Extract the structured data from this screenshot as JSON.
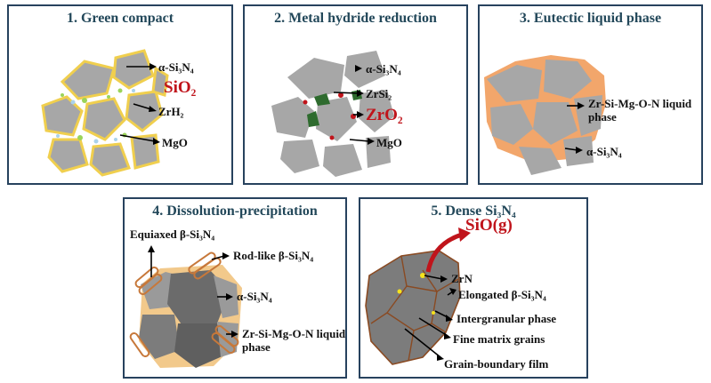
{
  "panels": {
    "p1": {
      "title": "1. Green compact",
      "labels": {
        "alpha": "α-Si₃N₄",
        "sio2": "SiO₂",
        "zrh2": "ZrH₂",
        "mgo": "MgO"
      }
    },
    "p2": {
      "title": "2. Metal hydride reduction",
      "labels": {
        "alpha": "α-Si₃N₄",
        "zrsi2": "ZrSi₂",
        "zro2": "ZrO₂",
        "mgo": "MgO"
      }
    },
    "p3": {
      "title": "3. Eutectic liquid phase",
      "labels": {
        "liquid": "Zr-Si-Mg-O-N liquid phase",
        "alpha": "α-Si₃N₄"
      }
    },
    "p4": {
      "title": "4. Dissolution-precipitation",
      "labels": {
        "equiaxed": "Equiaxed β-Si₃N₄",
        "rodlike": "Rod-like β-Si₃N₄",
        "alpha": "α-Si₃N₄",
        "liquid": "Zr-Si-Mg-O-N liquid phase"
      }
    },
    "p5": {
      "title": "5. Dense Si₃N₄",
      "labels": {
        "siog": "SiO(g)",
        "zrn": "ZrN",
        "elongated": "Elongated β-Si₃N₄",
        "intergranular": "Intergranular phase",
        "fine": "Fine matrix grains",
        "gbfilm": "Grain-boundary film"
      }
    }
  },
  "colors": {
    "frame": "#27425e",
    "title_text": "#23485a",
    "grain": "#a7a7a7",
    "dark_grain": "#6b6b6b",
    "sio2_shell": "#f0cf4e",
    "zrh2_spots": "#9bd45a",
    "mgo_spots": "#aad2ea",
    "zro2": "#c0141b",
    "zrsi2": "#2e6b2e",
    "liquid": "#f2a66b",
    "rod": "#c7783a",
    "grain_boundary": "#8a4a22",
    "zrn": "#f5e21c",
    "accent_red": "#c0141b"
  }
}
